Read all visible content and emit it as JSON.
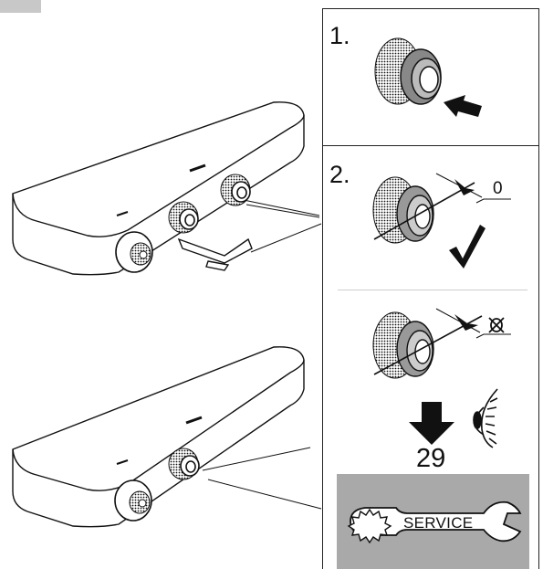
{
  "steps": {
    "step1": "1.",
    "step2": "2."
  },
  "gap_label": "0",
  "page_ref": "29",
  "service_label": "SERVICE",
  "colors": {
    "service_bg": "#a9a9a9",
    "corner_tab": "#c8c8c8"
  },
  "icons": [
    "arrow-right-icon",
    "check-icon",
    "arrow-down-icon",
    "eye-icon",
    "wrench-icon",
    "gear-icon"
  ]
}
